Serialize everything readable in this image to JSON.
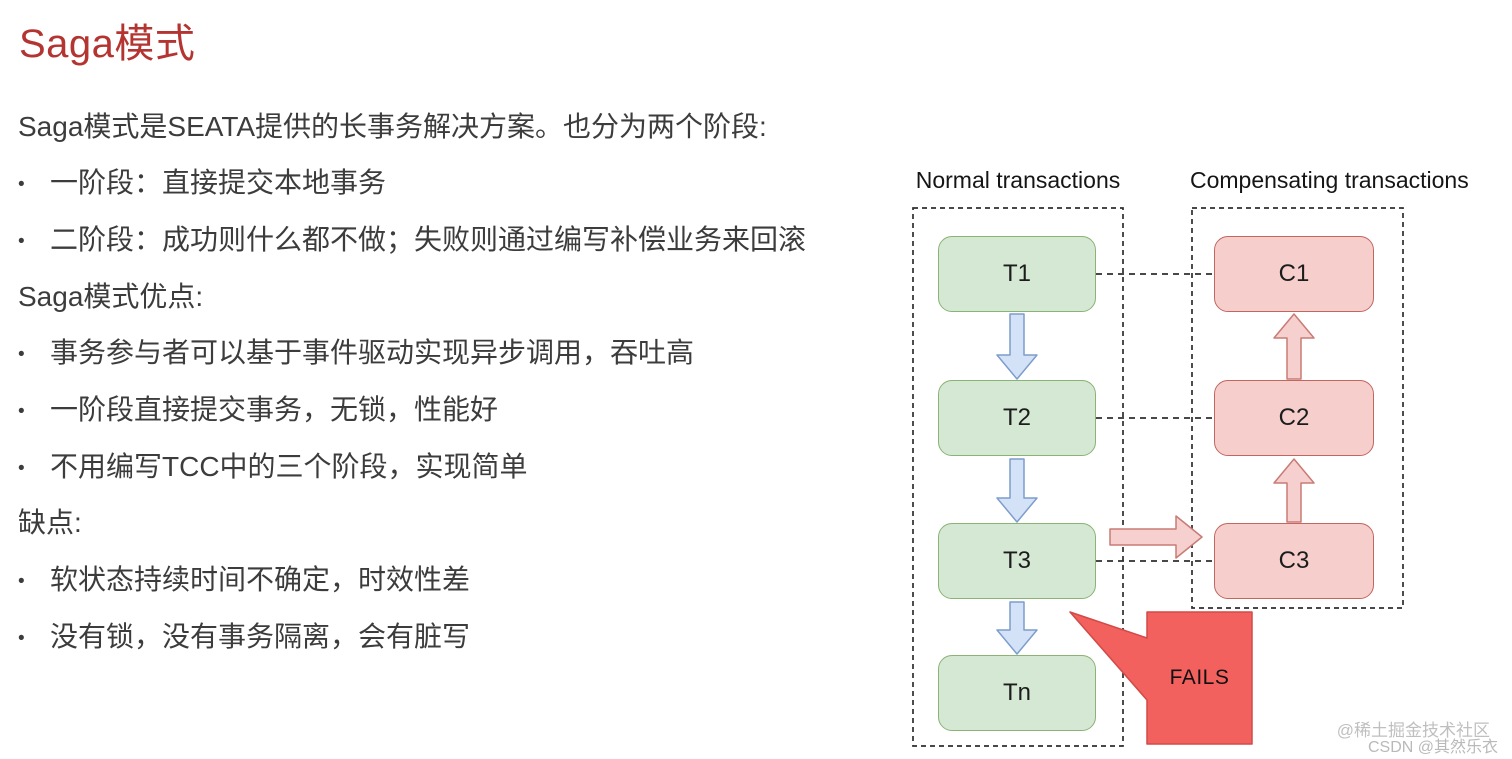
{
  "slide": {
    "title": "Saga模式",
    "bullet_char": "•",
    "intro": "Saga模式是SEATA提供的长事务解决方案。也分为两个阶段:",
    "phase_bullets": [
      "一阶段：直接提交本地事务",
      "二阶段：成功则什么都不做；失败则通过编写补偿业务来回滚"
    ],
    "advantages_heading": "Saga模式优点:",
    "advantages": [
      "事务参与者可以基于事件驱动实现异步调用，吞吐高",
      "一阶段直接提交事务，无锁，性能好",
      "不用编写TCC中的三个阶段，实现简单"
    ],
    "disadvantages_heading": "缺点:",
    "disadvantages": [
      "软状态持续时间不确定，时效性差",
      "没有锁，没有事务隔离，会有脏写"
    ]
  },
  "diagram": {
    "normal_column_title": "Normal transactions",
    "compensating_column_title": "Compensating transactions",
    "normal_nodes": [
      "T1",
      "T2",
      "T3",
      "Tn"
    ],
    "compensating_nodes": [
      "C1",
      "C2",
      "C3"
    ],
    "fails_label": "FAILS",
    "colors": {
      "title_red": "#b43431",
      "body_text": "#3c3c3c",
      "normal_node_fill": "#d5e8d4",
      "normal_node_border": "#8ab374",
      "forward_arrow_fill": "#d3e2f7",
      "forward_arrow_border": "#7d9dcc",
      "compensating_node_fill": "#f6cfcd",
      "compensating_node_border": "#c26660",
      "compensate_arrow_fill": "#f6d0ce",
      "compensate_arrow_border": "#c97b75",
      "fails_fill": "#f2615e",
      "fails_border": "#d24a47",
      "dashed_line": "#2e2e2e"
    }
  },
  "watermark": {
    "line1": "@稀土掘金技术社区",
    "line2": "CSDN @其然乐衣"
  }
}
